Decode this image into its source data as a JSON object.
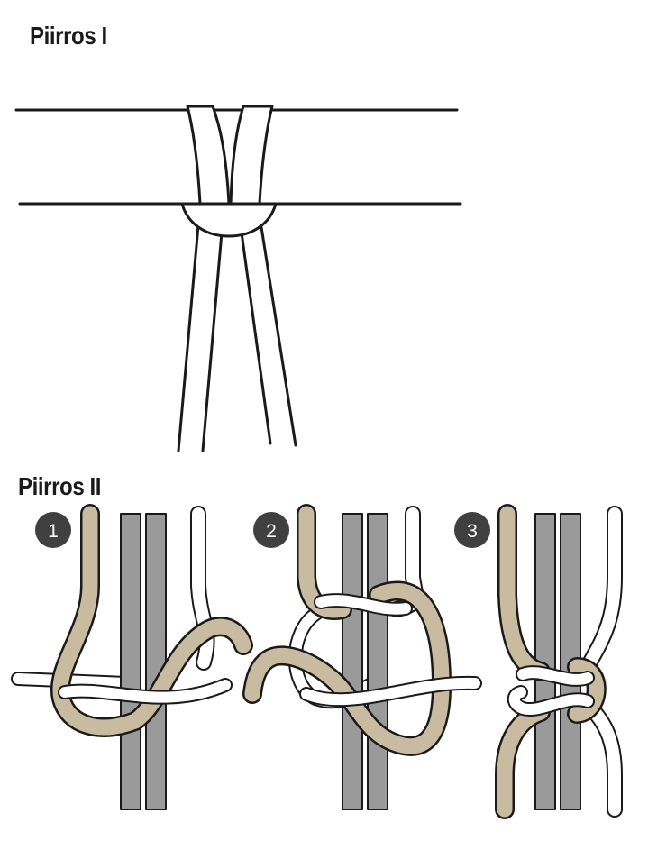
{
  "figure_1": {
    "title": "Piirros I"
  },
  "figure_2": {
    "title": "Piirros II",
    "steps": [
      {
        "number": "1"
      },
      {
        "number": "2"
      },
      {
        "number": "3"
      }
    ]
  },
  "colors": {
    "outline": "#1a1a1a",
    "working_cord_tan": "#c8bba0",
    "filler_cord_gray": "#9a9a9a",
    "white_cord": "#ffffff",
    "badge": "#404040"
  }
}
